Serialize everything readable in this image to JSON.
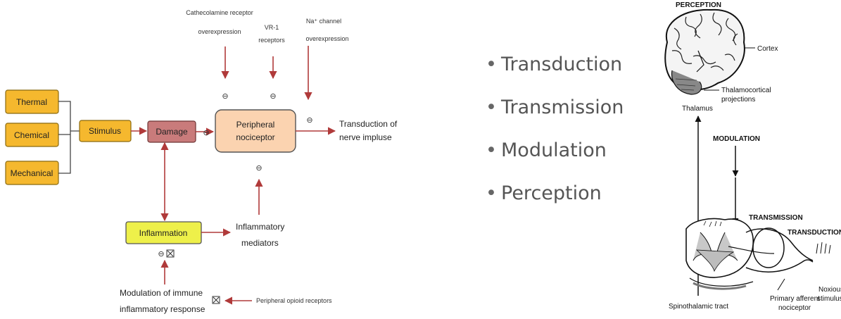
{
  "left_diagram": {
    "stimuli": [
      "Thermal",
      "Chemical",
      "Mechanical"
    ],
    "stimulus": "Stimulus",
    "damage": "Damage",
    "peripheral_nociceptor": [
      "Peripheral",
      "nociceptor"
    ],
    "output": [
      "Transduction of",
      "nerve impluse"
    ],
    "inflammation": "Inflammation",
    "mediators": [
      "Inflammatory",
      "mediators"
    ],
    "catecholamine": [
      "Cathecolamine receptor",
      "overexpression"
    ],
    "vr1": [
      "VR-1",
      "receptors"
    ],
    "na_channel": [
      "Na⁺ channel",
      "overexpression"
    ],
    "modulation_immune": [
      "Modulation of immune",
      "inflammatory response"
    ],
    "opioid": "Peripheral opioid receptors",
    "colors": {
      "stimulus_fill": "#f5b82e",
      "damage_fill": "#c97b7b",
      "nociceptor_fill": "#fbd3b0",
      "inflammation_fill": "#eef04a",
      "arrow": "#b03a3a"
    }
  },
  "bullets": [
    "Transduction",
    "Transmission",
    "Modulation",
    "Perception"
  ],
  "anatomy": {
    "perception": "PERCEPTION",
    "cortex": "Cortex",
    "thalamocortical": [
      "Thalamocortical",
      "projections"
    ],
    "thalamus": "Thalamus",
    "modulation": "MODULATION",
    "transmission": "TRANSMISSION",
    "transduction": "TRANSDUCTION",
    "spinothalamic": "Spinothalamic tract",
    "primary_afferent": [
      "Primary afferent",
      "nociceptor"
    ],
    "noxious": [
      "Noxious",
      "stimulus"
    ]
  }
}
